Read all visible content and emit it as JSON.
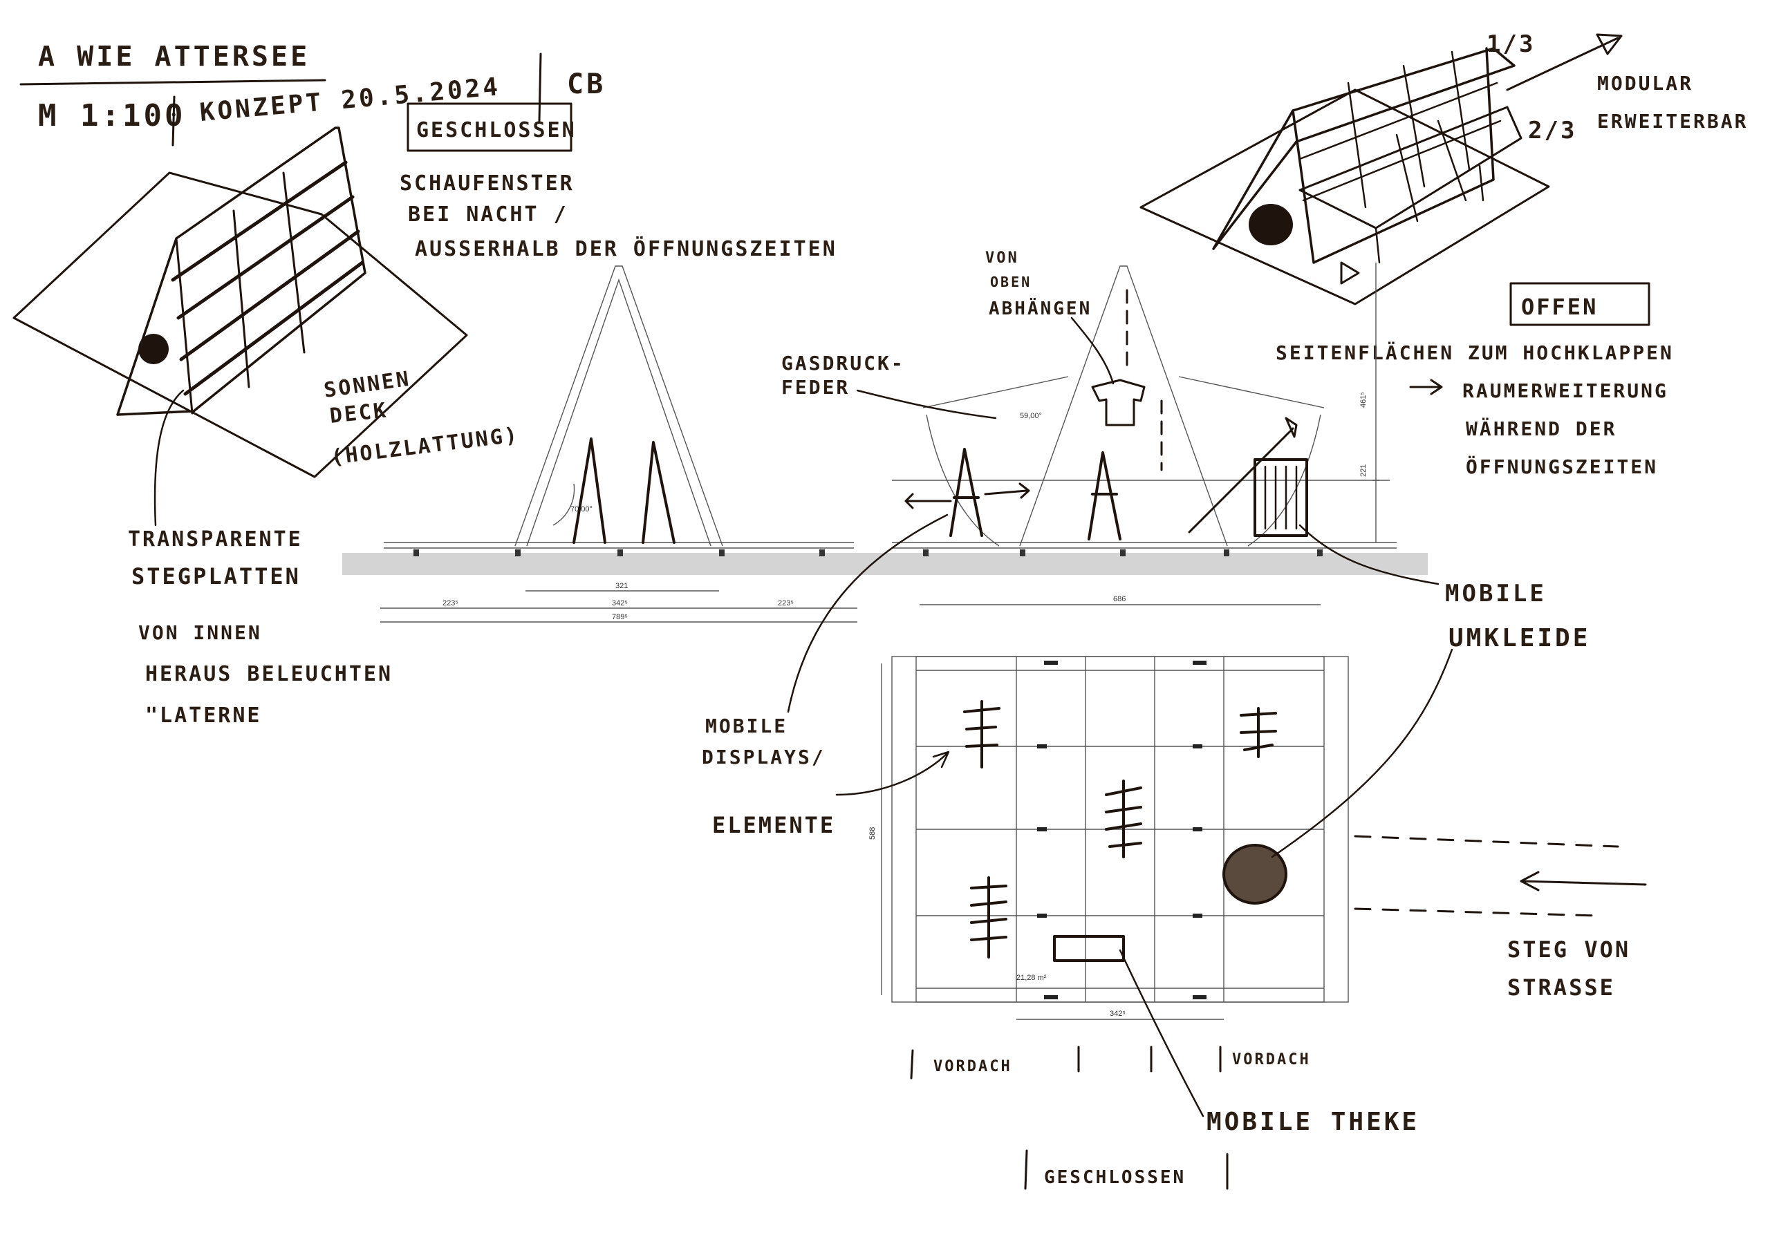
{
  "header": {
    "project": "A WIE ATTERSEE",
    "scale": "M 1:100",
    "concept": "KONZEPT 20.5.2024",
    "author": "CB"
  },
  "left_sketch": {
    "state_label": "GESCHLOSSEN",
    "schaufenster_line1": "SCHAUFENSTER",
    "schaufenster_line2": "BEI NACHT /",
    "schaufenster_line3": "AUSSERHALB DER ÖFFNUNGSZEITEN",
    "sonnendeck_line1": "SONNEN",
    "sonnendeck_line2": "DECK",
    "sonnendeck_line3": "(HOLZLATTUNG)",
    "stegplatten_line1": "TRANSPARENTE",
    "stegplatten_line2": "STEGPLATTEN",
    "laterne_line1": "VON INNEN",
    "laterne_line2": "HERAUS BELEUCHTEN",
    "laterne_line3": "\"LATERNE"
  },
  "right_sketch": {
    "fraction_top": "1/3",
    "fraction_bottom": "2/3",
    "modular_line1": "MODULAR",
    "modular_line2": "ERWEITERBAR",
    "state_label": "OFFEN",
    "von_oben_line1": "VON",
    "von_oben_line2": "OBEN",
    "von_oben_line3": "ABHÄNGEN",
    "gasdruck_line1": "GASDRUCK-",
    "gasdruck_line2": "FEDER",
    "seiten_line1": "SEITENFLÄCHEN ZUM HOCHKLAPPEN",
    "seiten_line2": "RAUMERWEITERUNG",
    "seiten_line3": "WÄHREND DER",
    "seiten_line4": "ÖFFNUNGSZEITEN",
    "umkleide_line1": "MOBILE",
    "umkleide_line2": "UMKLEIDE"
  },
  "section_closed": {
    "angle": "70,00°",
    "dim_inner": "321",
    "dim_mid": "342⁵",
    "dim_left": "223⁵",
    "dim_right": "223⁵",
    "dim_total": "789⁵"
  },
  "section_open": {
    "angle": "59,00°",
    "dim_width": "686",
    "dim_height_small": "221",
    "dim_height_total": "461⁵"
  },
  "plan": {
    "displays_line1": "MOBILE",
    "displays_line2": "DISPLAYS/",
    "displays_line3": "ELEMENTE",
    "area": "21,28 m²",
    "dim_bottom": "342⁵",
    "dim_side": "588",
    "steg_line1": "STEG VON",
    "steg_line2": "STRASSE",
    "vordach_left": "VORDACH",
    "vordach_right": "VORDACH",
    "theke": "MOBILE THEKE",
    "geschlossen": "GESCHLOSSEN"
  },
  "colors": {
    "ink": "#1e140d",
    "ground": "#d4d4d4",
    "paper": "#ffffff"
  }
}
